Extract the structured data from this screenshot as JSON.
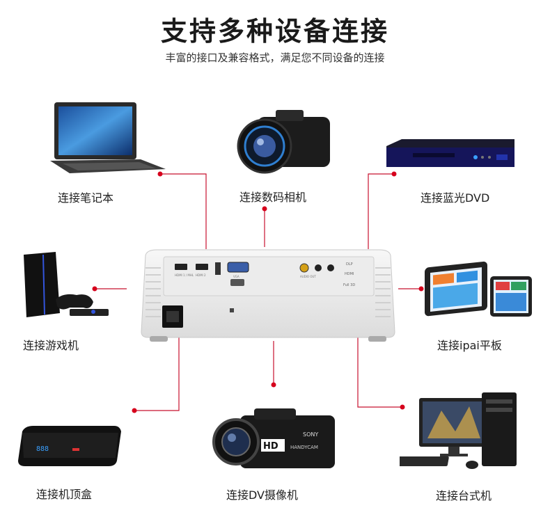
{
  "header": {
    "title": "支持多种设备连接",
    "subtitle": "丰富的接口及兼容格式，满足您不同设备的连接"
  },
  "devices": {
    "laptop": "连接笔记本",
    "camera": "连接数码相机",
    "dvd": "连接蓝光DVD",
    "console": "连接游戏机",
    "tablet": "连接ipai平板",
    "settopbox": "连接机顶盒",
    "camcorder": "连接DV摄像机",
    "desktop": "连接台式机"
  },
  "projector_ports": {
    "hdmi1": "HDMI 1 / MHL",
    "hdmi2": "HDMI 2",
    "vga": "VGA",
    "audio_out": "AUDIO OUT",
    "hdmi_badge": "HDMI",
    "dlp_badge": "DLP",
    "full3d_badge": "Full 3D"
  },
  "camcorder_text": {
    "hd": "HD",
    "sony": "SONY",
    "handycam": "HANDYCAM"
  },
  "colors": {
    "accent": "#d6001c",
    "line": "#c8102e"
  }
}
